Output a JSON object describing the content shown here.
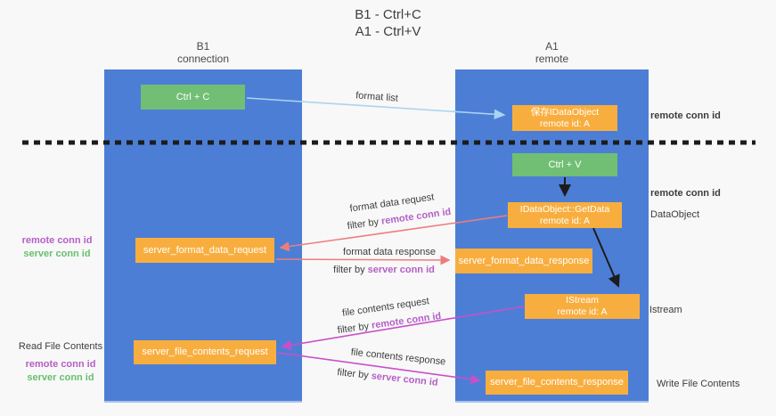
{
  "title": {
    "line1": "B1 - Ctrl+C",
    "line2": "A1 - Ctrl+V"
  },
  "lanes": {
    "b1": {
      "name": "B1",
      "subtitle": "connection"
    },
    "a1": {
      "name": "A1",
      "subtitle": "remote"
    }
  },
  "nodes": {
    "ctrl_c": {
      "label": "Ctrl + C"
    },
    "save_idataobject": {
      "title": "保存IDataObject",
      "subtitle": "remote id: A"
    },
    "ctrl_v": {
      "label": "Ctrl + V"
    },
    "idataobject_getdata": {
      "title": "IDataObject::GetData",
      "subtitle": "remote id: A"
    },
    "server_format_data_request": {
      "label": "server_format_data_request"
    },
    "server_format_data_response": {
      "label": "server_format_data_response"
    },
    "istream": {
      "title": "IStream",
      "subtitle": "remote id: A"
    },
    "server_file_contents_request": {
      "label": "server_file_contents_request"
    },
    "server_file_contents_response": {
      "label": "server_file_contents_response"
    }
  },
  "edges": {
    "format_list": {
      "label": "format list"
    },
    "format_data_request": {
      "label": "format data request",
      "filter_prefix": "filter by ",
      "filter_key": "remote conn id"
    },
    "format_data_response": {
      "label": "format data response",
      "filter_prefix": "filter by ",
      "filter_key": "server conn id"
    },
    "file_contents_request": {
      "label": "file contents request",
      "filter_prefix": "filter by ",
      "filter_key": "remote conn id"
    },
    "file_contents_response": {
      "label": "file contents response",
      "filter_prefix": "filter by ",
      "filter_key": "server conn id"
    }
  },
  "annotations": {
    "left_ids": {
      "remote": "remote conn id",
      "server": "server conn id"
    },
    "read_file": {
      "title": "Read File Contents",
      "remote": "remote conn id",
      "server": "server conn id"
    },
    "right_top_id": "remote conn id",
    "right_mid_id": "remote conn id",
    "dataobject": "DataObject",
    "istream": "Istream",
    "write_file": "Write File Contents"
  },
  "colors": {
    "lane_blue": "#4d7ed5",
    "node_green": "#71bf74",
    "node_orange": "#f8ae3f",
    "arrow_lightblue": "#a9d3f0",
    "arrow_red": "#ed7d7d",
    "arrow_magenta": "#c94fc9",
    "arrow_black": "#1c1c1c",
    "text_purple": "#b55fc6",
    "text_green": "#67c06e"
  }
}
